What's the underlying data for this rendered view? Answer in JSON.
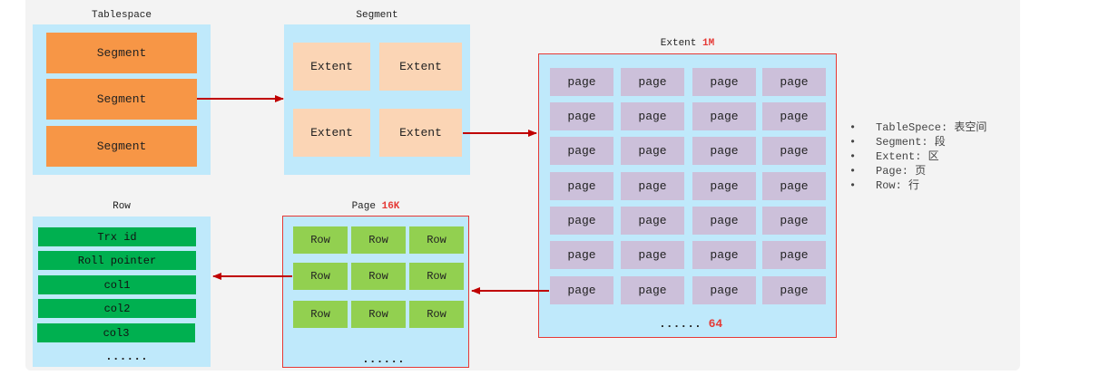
{
  "tablespace": {
    "title": "Tablespace",
    "segments": [
      "Segment",
      "Segment",
      "Segment"
    ]
  },
  "segment": {
    "title": "Segment",
    "extents": [
      "Extent",
      "Extent",
      "Extent",
      "Extent"
    ]
  },
  "extent": {
    "title": "Extent",
    "size": "1M",
    "page_label": "page",
    "rows": 7,
    "cols": 4,
    "more_dots": "......",
    "more_count": "64"
  },
  "page": {
    "title": "Page",
    "size": "16K",
    "row_label": "Row",
    "rows": 3,
    "cols": 3,
    "more_dots": "......"
  },
  "row": {
    "title": "Row",
    "fields": [
      "Trx id",
      "Roll pointer",
      "col1",
      "col2",
      "col3"
    ],
    "more_dots": "......"
  },
  "legend": {
    "bullet": "•",
    "items": [
      "TableSpece: 表空间",
      "Segment: 段",
      "Extent: 区",
      "Page: 页",
      "Row: 行"
    ]
  },
  "colors": {
    "segment_fill": "#f79646",
    "extent_fill": "#fbd5b5",
    "page_fill": "#ccc0da",
    "row_cell_fill": "#92d050",
    "row_field_fill": "#00b050",
    "container_fill": "#bfe9fb",
    "accent": "#e53935",
    "arrow": "#c00000"
  }
}
